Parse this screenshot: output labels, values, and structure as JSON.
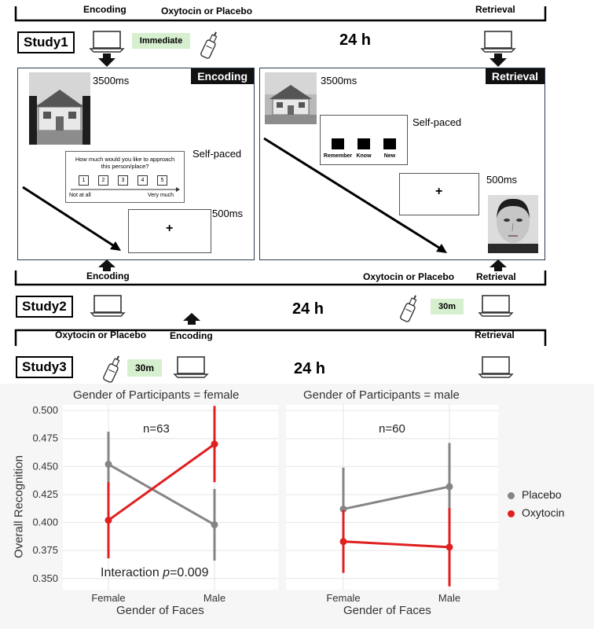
{
  "design": {
    "top_strip": {
      "encoding": "Encoding",
      "treatment": "Oxytocin or Placebo",
      "retrieval": "Retrieval"
    },
    "study1": {
      "label": "Study1",
      "timing": "Immediate",
      "gap": "24 h"
    },
    "encoding_panel": {
      "header": "Encoding",
      "image_duration": "3500ms",
      "rating_pace": "Self-paced",
      "rating_question": "How much would you like to approach this person/place?",
      "scale": [
        "1",
        "2",
        "3",
        "4",
        "5"
      ],
      "scale_low": "Not at all",
      "scale_high": "Very much",
      "fixation_duration": "500ms",
      "fixation": "+"
    },
    "retrieval_panel": {
      "header": "Retrieval",
      "image_duration": "3500ms",
      "response_pace": "Self-paced",
      "responses": [
        "Remember",
        "Know",
        "New"
      ],
      "fixation_duration": "500ms",
      "fixation": "+"
    },
    "study2_strip": {
      "encoding": "Encoding",
      "treatment": "Oxytocin or Placebo",
      "retrieval": "Retrieval"
    },
    "study2": {
      "label": "Study2",
      "gap": "24 h",
      "timing": "30m"
    },
    "study3_strip": {
      "treatment": "Oxytocin or Placebo",
      "encoding": "Encoding",
      "retrieval": "Retrieval"
    },
    "study3": {
      "label": "Study3",
      "timing": "30m",
      "gap": "24 h"
    }
  },
  "colors": {
    "placebo": "#858585",
    "oxytocin": "#e02020",
    "grid": "#e6e6e6",
    "panel_border": "#2d3a4d",
    "tag_bg": "#d6efcf"
  },
  "icons": [
    "laptop-icon",
    "nasal-spray-icon",
    "down-arrow-icon",
    "up-arrow-icon",
    "house-photo",
    "face-photo"
  ],
  "chart_data": {
    "type": "line",
    "ylabel": "Overall Recognition",
    "xlabel": "Gender of Faces",
    "categories": [
      "Female",
      "Male"
    ],
    "ylim": [
      0.34,
      0.505
    ],
    "yticks": [
      "0.350",
      "0.375",
      "0.400",
      "0.425",
      "0.450",
      "0.475",
      "0.500"
    ],
    "grid": true,
    "legend": {
      "placement": "right",
      "entries": [
        "Placebo",
        "Oxytocin"
      ]
    },
    "panels": [
      {
        "title": "Gender of Participants = female",
        "n_label": "n=63",
        "annotation_prefix": "Interaction",
        "annotation_p": "p",
        "annotation_value": "=0.009",
        "series": [
          {
            "name": "Placebo",
            "values": [
              0.452,
              0.398
            ],
            "ci_low": [
              0.424,
              0.366
            ],
            "ci_high": [
              0.481,
              0.43
            ]
          },
          {
            "name": "Oxytocin",
            "values": [
              0.402,
              0.47
            ],
            "ci_low": [
              0.368,
              0.436
            ],
            "ci_high": [
              0.436,
              0.504
            ]
          }
        ]
      },
      {
        "title": "Gender of Participants = male",
        "n_label": "n=60",
        "series": [
          {
            "name": "Placebo",
            "values": [
              0.412,
              0.432
            ],
            "ci_low": [
              0.375,
              0.394
            ],
            "ci_high": [
              0.449,
              0.471
            ]
          },
          {
            "name": "Oxytocin",
            "values": [
              0.383,
              0.378
            ],
            "ci_low": [
              0.355,
              0.343
            ],
            "ci_high": [
              0.411,
              0.413
            ]
          }
        ]
      }
    ]
  }
}
